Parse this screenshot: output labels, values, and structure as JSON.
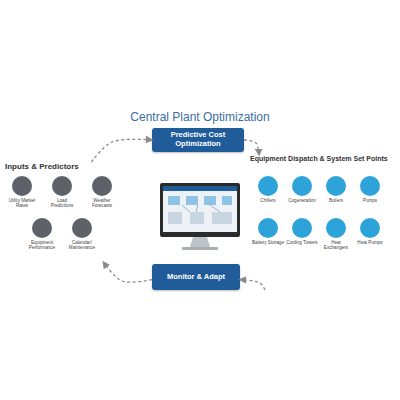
{
  "diagram": {
    "title": "Central Plant Optimization",
    "nodes": [
      {
        "text": [
          "Predictive Cost Optimization"
        ]
      },
      {
        "text": [
          "Inputs & Predictors"
        ]
      },
      {
        "text": [
          "Utility Market Rates"
        ],
        "in": 1
      },
      {
        "text": [
          "Load Predictions"
        ],
        "in": 1
      },
      {
        "text": [
          "Weather Forecasts"
        ],
        "in": 1
      },
      {
        "text": [
          "Equipment Performance"
        ],
        "in": 1
      },
      {
        "text": [
          "Calendar/ Maintenance"
        ],
        "in": 1
      },
      {
        "text": [
          "Equipment Dispatch & System Set Points"
        ]
      },
      {
        "text": [
          "Chillers"
        ],
        "in": 7
      },
      {
        "text": [
          "Cogeneration"
        ],
        "in": 7
      },
      {
        "text": [
          "Boilers"
        ],
        "in": 7
      },
      {
        "text": [
          "Pumps"
        ],
        "in": 7
      },
      {
        "text": [
          "Battery Storage"
        ],
        "in": 7
      },
      {
        "text": [
          "Cooling Towers"
        ],
        "in": 7
      },
      {
        "text": [
          "Heat Exchangers"
        ],
        "in": 7
      },
      {
        "text": [
          "Heat Pumps"
        ],
        "in": 7
      },
      {
        "text": [
          "Monitor & Adapt"
        ]
      }
    ],
    "edges": [
      {
        "from": 0,
        "to": 7,
        "arrow": "to"
      },
      {
        "from": 7,
        "to": 16,
        "arrow": "to"
      },
      {
        "from": 16,
        "to": 1,
        "arrow": "to"
      },
      {
        "from": 1,
        "to": 0,
        "arrow": "to"
      }
    ]
  }
}
